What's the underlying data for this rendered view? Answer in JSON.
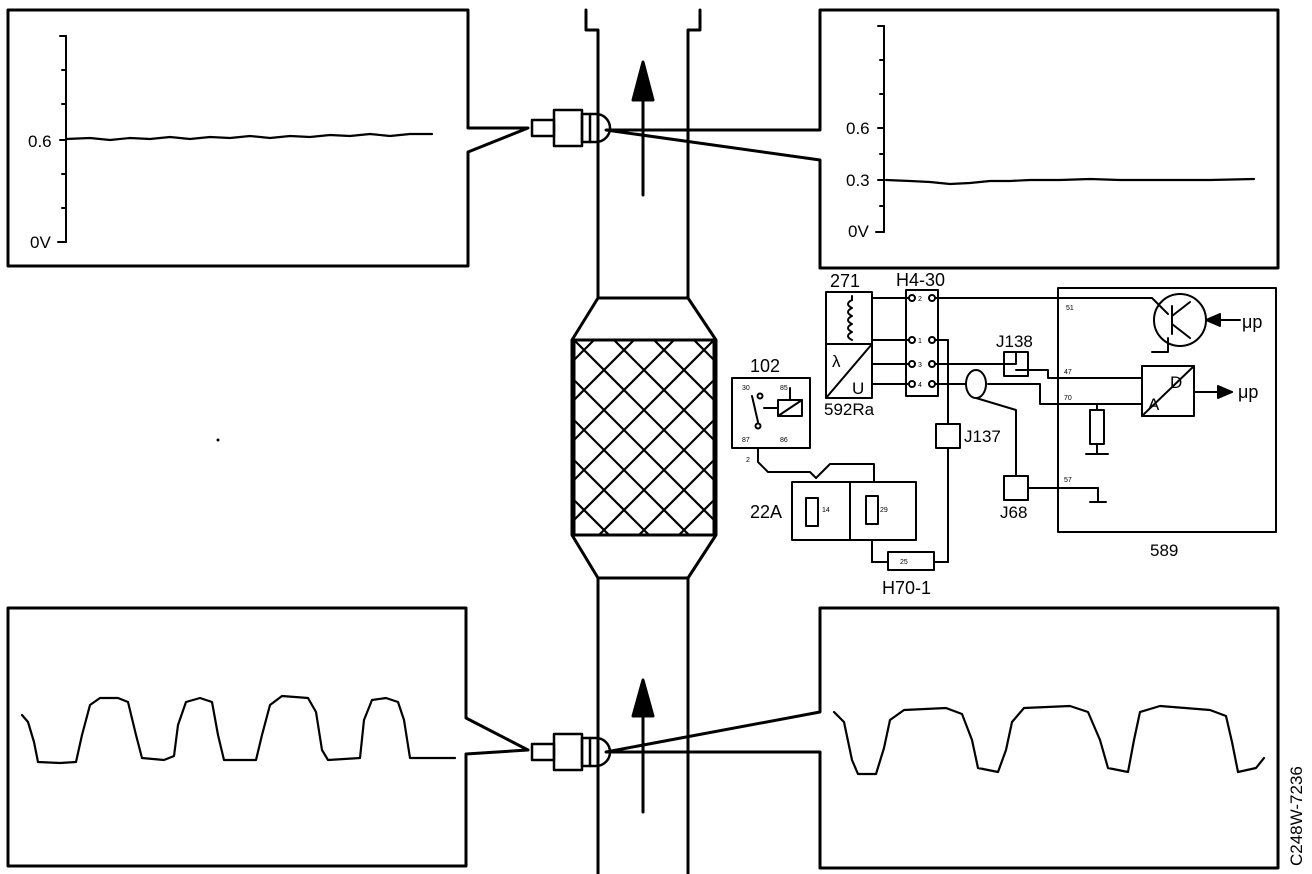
{
  "figure_id": "C248W-7236",
  "colors": {
    "ink": "#000000",
    "paper": "#ffffff"
  },
  "scopes": {
    "top_left": {
      "axis_labels": {
        "high": "0.6",
        "zero": "0V"
      }
    },
    "top_right": {
      "axis_labels": {
        "high": "0.6",
        "mid": "0.3",
        "zero": "0V"
      }
    }
  },
  "components": {
    "c271": "271",
    "h430": "H4-30",
    "c592": "592Ra",
    "lambda": "λ",
    "u": "U",
    "c102": "102",
    "c22a": "22A",
    "h701": "H70-1",
    "j138": "J138",
    "j137": "J137",
    "j68": "J68",
    "c589": "589",
    "mu_p_top": "μp",
    "mu_p_bottom": "μp",
    "d": "D",
    "a": "A"
  },
  "pins": {
    "relay_30": "30",
    "relay_85": "85",
    "relay_87": "87",
    "relay_86": "86",
    "relay_2": "2",
    "h430_2": "2",
    "h430_1": "1",
    "h430_3": "3",
    "h430_4": "4",
    "ecu_51": "51",
    "ecu_47": "47",
    "ecu_70": "70",
    "ecu_57": "57",
    "f22a_14": "14",
    "f22a_29": "29",
    "h701_25": "25"
  }
}
